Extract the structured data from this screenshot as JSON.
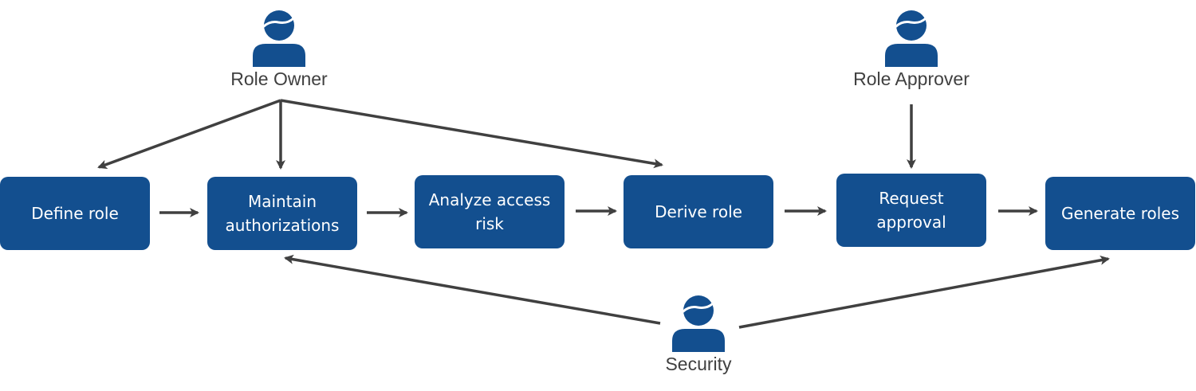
{
  "colors": {
    "box_fill": "#134F8F",
    "box_text": "#FFFFFF",
    "icon_fill": "#134F8F",
    "arrow": "#404040",
    "label_text": "#404040"
  },
  "actors": {
    "role_owner": {
      "label": "Role Owner",
      "icon": "person-icon"
    },
    "role_approver": {
      "label": "Role Approver",
      "icon": "person-icon"
    },
    "security": {
      "label": "Security",
      "icon": "person-icon"
    }
  },
  "steps": [
    {
      "id": "define-role",
      "label": "Define role"
    },
    {
      "id": "maintain-authorizations",
      "label": "Maintain\nauthorizations"
    },
    {
      "id": "analyze-access-risk",
      "label": "Analyze access\nrisk"
    },
    {
      "id": "derive-role",
      "label": "Derive role"
    },
    {
      "id": "request-approval",
      "label": "Request\napproval"
    },
    {
      "id": "generate-roles",
      "label": "Generate roles"
    }
  ],
  "connections": [
    {
      "from": "role_owner",
      "to": "define-role"
    },
    {
      "from": "role_owner",
      "to": "maintain-authorizations"
    },
    {
      "from": "role_owner",
      "to": "derive-role"
    },
    {
      "from": "role_approver",
      "to": "request-approval"
    },
    {
      "from": "security",
      "to": "maintain-authorizations"
    },
    {
      "from": "security",
      "to": "generate-roles"
    },
    {
      "from": "define-role",
      "to": "maintain-authorizations"
    },
    {
      "from": "maintain-authorizations",
      "to": "analyze-access-risk"
    },
    {
      "from": "analyze-access-risk",
      "to": "derive-role"
    },
    {
      "from": "derive-role",
      "to": "request-approval"
    },
    {
      "from": "request-approval",
      "to": "generate-roles"
    }
  ]
}
